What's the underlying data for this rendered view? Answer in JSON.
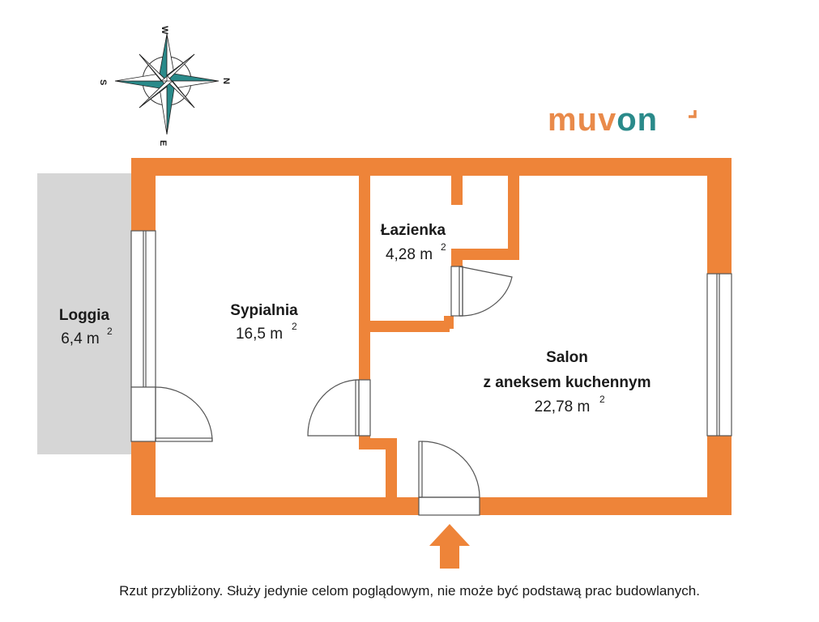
{
  "compass": {
    "north": "N",
    "south": "S",
    "east": "E",
    "west": "W"
  },
  "brand": {
    "prefix": "muv",
    "suffix": "on",
    "prefix_color": "#e98a4a",
    "suffix_color": "#2a8a8a"
  },
  "colors": {
    "wall": "#ee8439",
    "loggia_fill": "#d6d6d6",
    "compass_fill": "#2a8a8a"
  },
  "rooms": {
    "loggia": {
      "name": "Loggia",
      "area": "6,4 m",
      "sup": "2"
    },
    "bedroom": {
      "name": "Sypialnia",
      "area": "16,5 m",
      "sup": "2"
    },
    "bathroom": {
      "name": "Łazienka",
      "area": "4,28 m",
      "sup": "2"
    },
    "living": {
      "name": "Salon",
      "name_line2": "z aneksem kuchennym",
      "area": "22,78 m",
      "sup": "2"
    }
  },
  "entrance": {
    "icon": "arrow-up-icon"
  },
  "disclaimer": "Rzut przybliżony. Służy jedynie celom poglądowym, nie może być podstawą prac budowlanych."
}
